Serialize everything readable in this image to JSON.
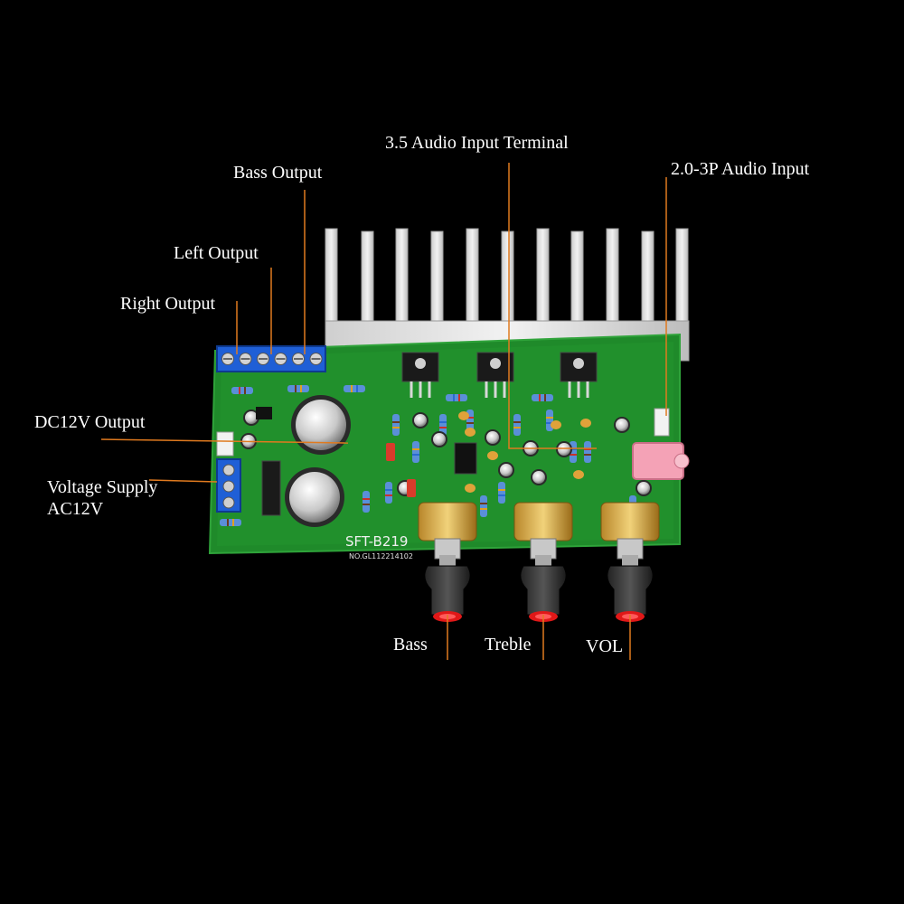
{
  "callouts": {
    "audio_input_35": "3.5 Audio Input Terminal",
    "audio_input_20": "2.0-3P Audio Input",
    "bass_output": "Bass Output",
    "left_output": "Left Output",
    "right_output": "Right Output",
    "dc12v_output": "DC12V Output",
    "voltage_supply_line1": "Voltage Supply",
    "voltage_supply_line2": "AC12V",
    "bass_knob": "Bass",
    "treble_knob": "Treble",
    "vol_knob": "VOL"
  },
  "board": {
    "model": "SFT-B219",
    "serial": "NO.GL112214102"
  },
  "colors": {
    "background": "#000000",
    "callout_text": "#ffffff",
    "leader_line": "#e07a1f",
    "pcb": "#1f8a2a",
    "heatsink": "#d9d9d9",
    "terminal_block": "#1f5fd6",
    "audio_jack": "#f4a2b6"
  }
}
